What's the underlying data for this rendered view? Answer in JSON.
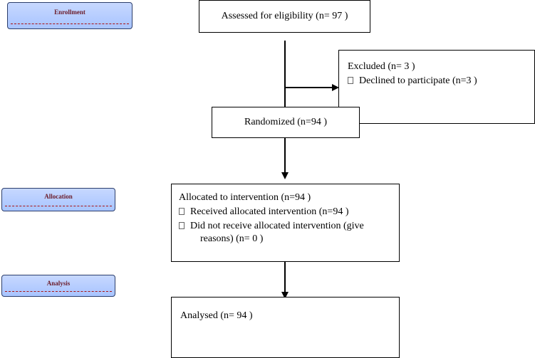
{
  "labels": {
    "enrollment": "Enrollment",
    "allocation": "Allocation",
    "analysis": "Analysis"
  },
  "boxes": {
    "assessed": "Assessed for eligibility (n= 97 )",
    "excluded_title": "Excluded  (n= 3  )",
    "excluded_item": "Declined to participate (n=3 )",
    "randomized": "Randomized (n=94  )",
    "allocated_title": "Allocated to intervention (n=94 )",
    "allocated_item1": "Received allocated intervention (n=94  )",
    "allocated_item2_line1": "Did not receive allocated intervention (give",
    "allocated_item2_line2": "reasons) (n= 0 )",
    "analysed": "Analysed  (n= 94 )"
  },
  "colors": {
    "label_fill": "#b3ccff",
    "label_text": "#6b1c2a",
    "line": "#000000"
  }
}
